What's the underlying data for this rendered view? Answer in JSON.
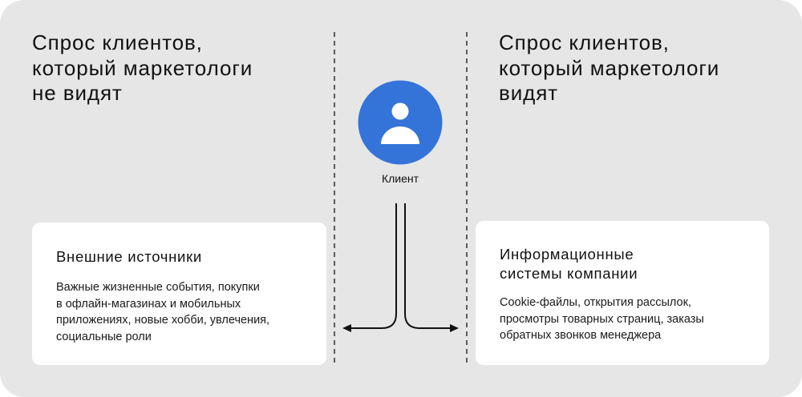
{
  "left_column": {
    "title": "Спрос клиентов,\nкоторый маркетологи\nне видят",
    "card": {
      "heading": "Внешние источники",
      "body": "Важные жизненные события, покупки\nв офлайн-магазинах и мобильных\nприложениях, новые хобби, увлечения,\nсоциальные роли"
    }
  },
  "right_column": {
    "title": "Спрос клиентов,\nкоторый маркетологи\nвидят",
    "card": {
      "heading": "Информационные\nсистемы компании",
      "body": "Cookie-файлы, открытия рассылок,\nпросмотры товарных страниц, заказы\nобратных звонков менеджера"
    }
  },
  "center": {
    "icon": "user-icon",
    "label": "Клиент",
    "accent_color": "#3474d9"
  }
}
